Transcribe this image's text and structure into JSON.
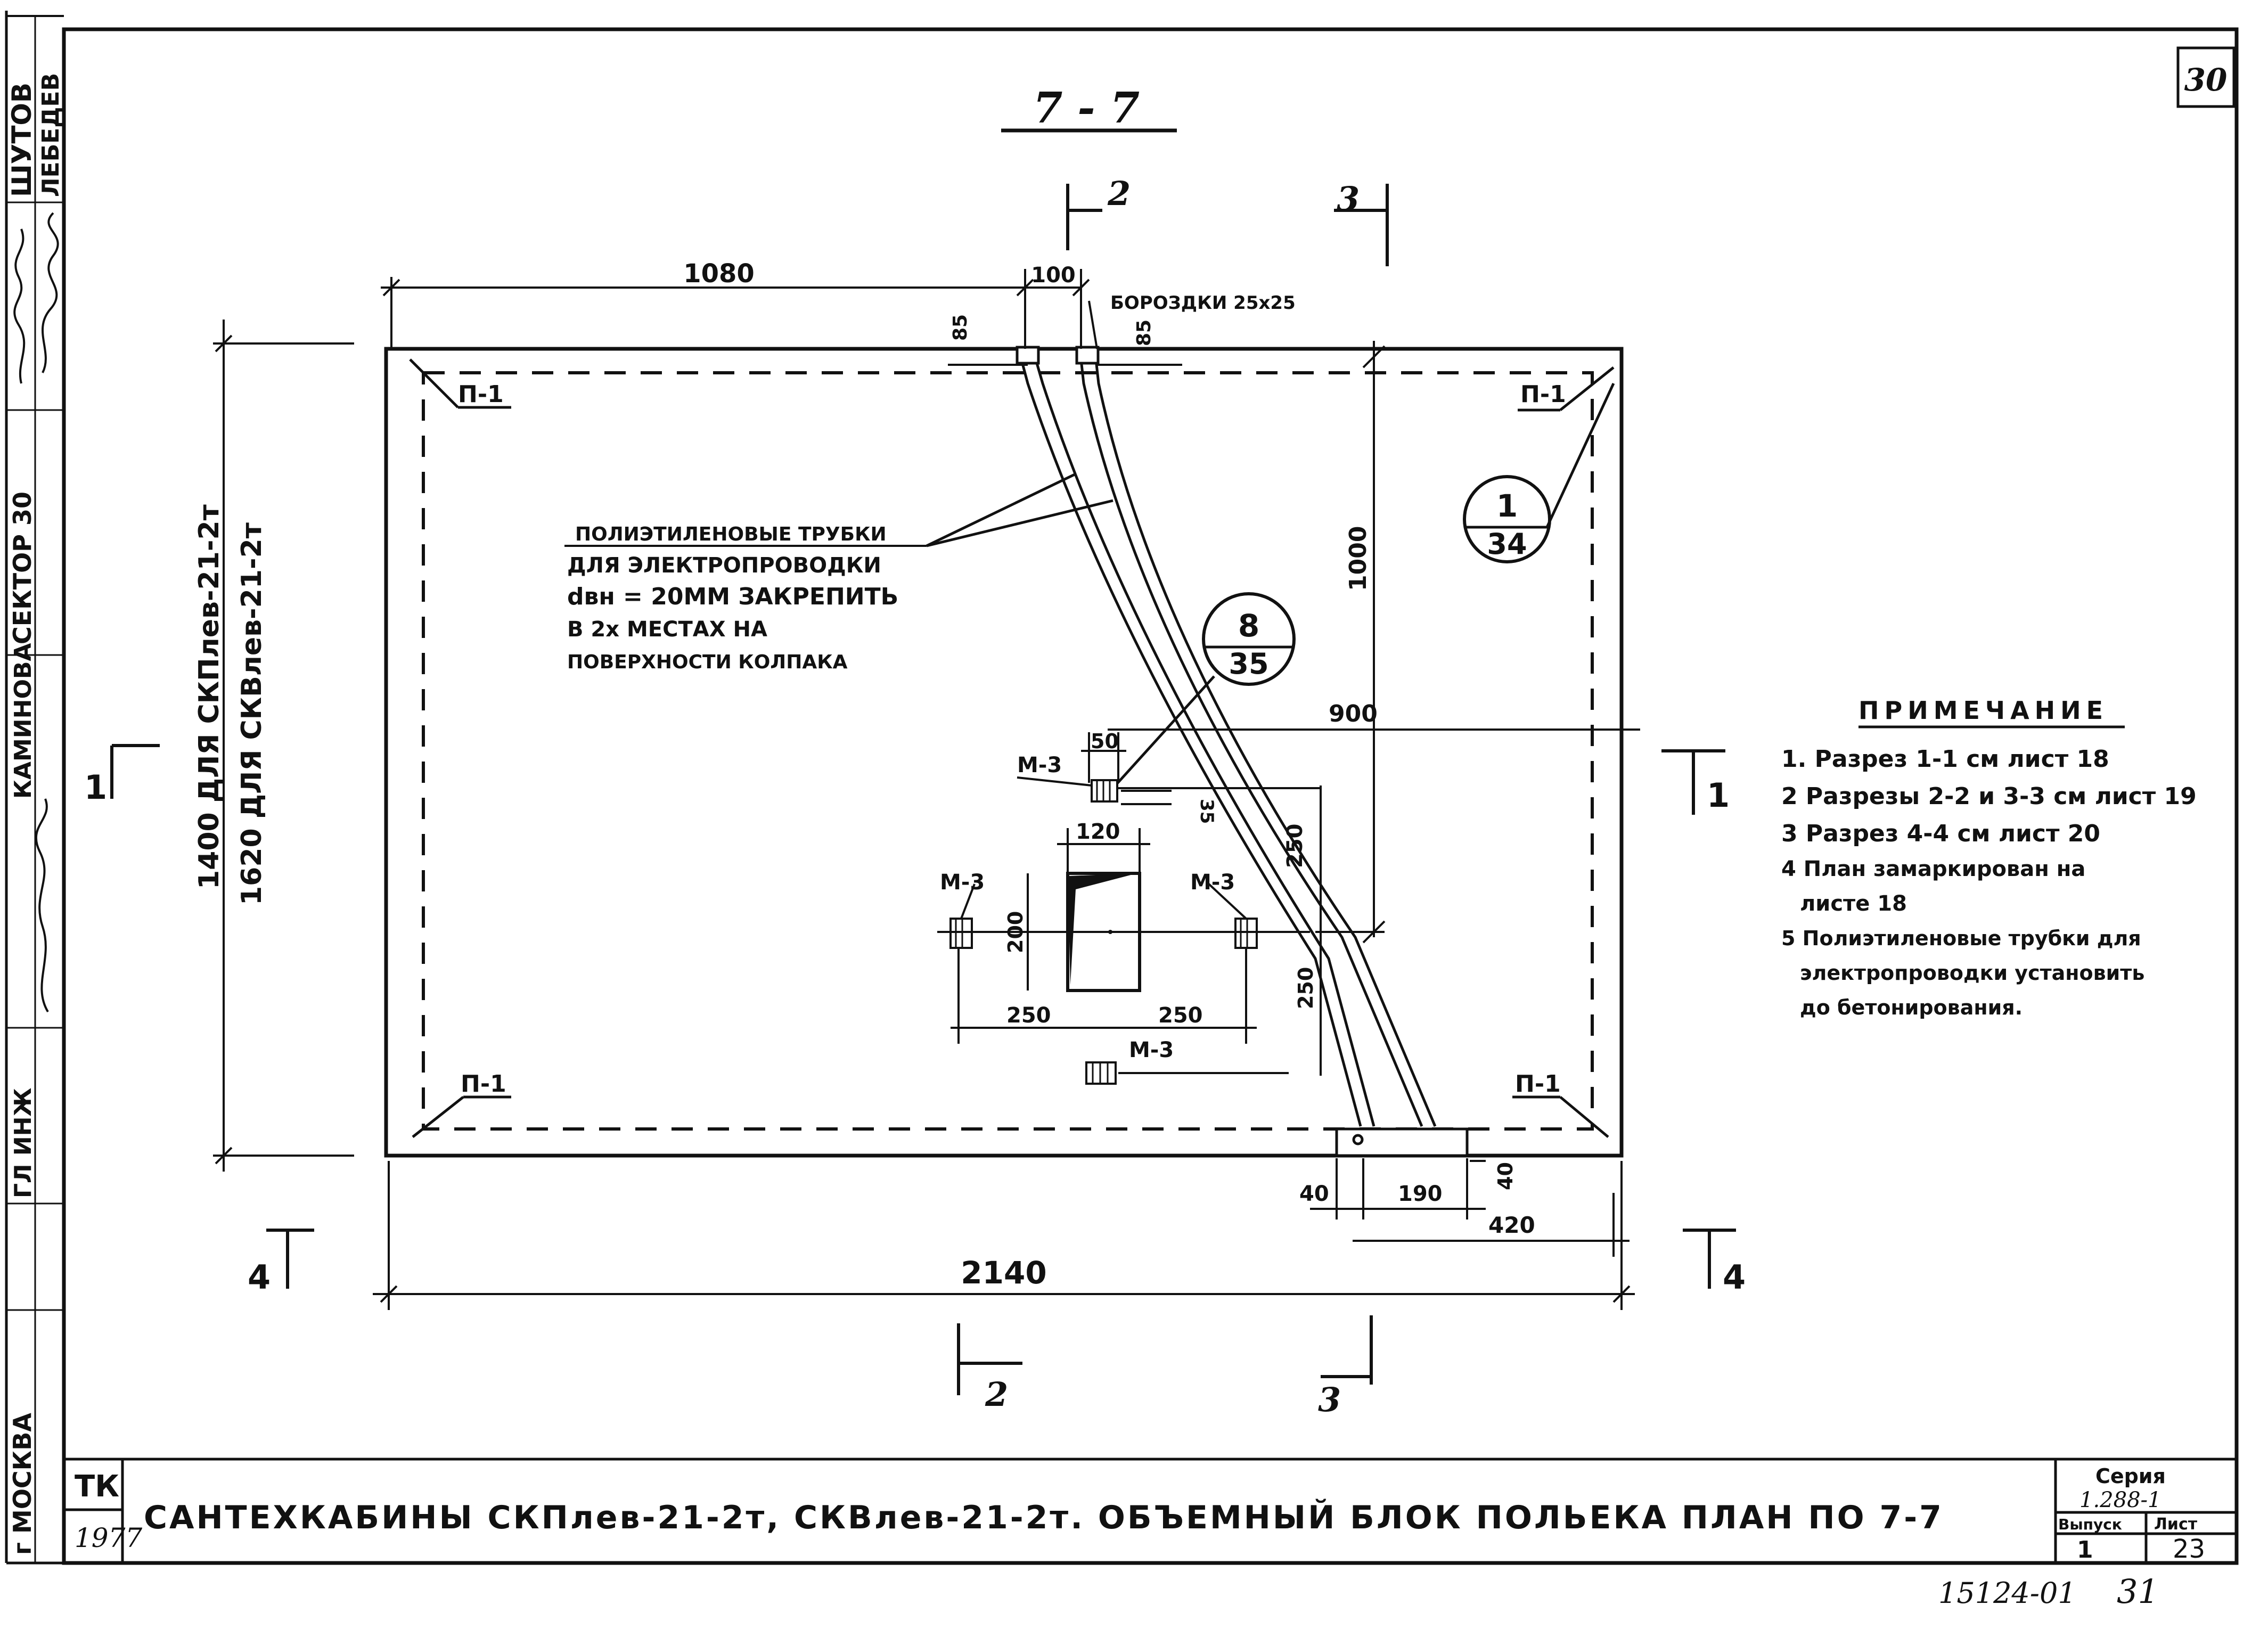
{
  "sheet_number": "30",
  "section_title": "7 - 7",
  "side_stamp": {
    "names": [
      "ШУТОВ",
      "ЛЕБЕДЕВ"
    ],
    "sector": "СЕКТОР 30",
    "name3": "КАМИНОВА",
    "position": "ГЛ ИНЖ",
    "city": "г МОСКВА"
  },
  "dimensions": {
    "d1080": "1080",
    "d100": "100",
    "grooves": "БОРОЗДКИ 25x25",
    "d85a": "85",
    "d85b": "85",
    "d1000": "1000",
    "d900": "900",
    "d50": "50",
    "d35": "35",
    "d120": "120",
    "d200": "200",
    "d250a": "250",
    "d250b": "250",
    "d250c": "250",
    "d250d": "250",
    "d40a": "40",
    "d190": "190",
    "d40b": "40",
    "d420": "420",
    "d2140": "2140",
    "height1": "1400 ДЛЯ СКПлев-21-2т",
    "height2": "1620 ДЛЯ СКВлев-21-2т"
  },
  "callouts": {
    "p1": "П-1",
    "m3": "М-3",
    "ref_a_top": "1",
    "ref_a_bottom": "34",
    "ref_b_top": "8",
    "ref_b_bottom": "35"
  },
  "pipe_note": [
    "ПОЛИЭТИЛЕНОВЫЕ ТРУБКИ",
    "ДЛЯ ЭЛЕКТРОПРОВОДКИ",
    "dвн = 20ММ ЗАКРЕПИТЬ",
    "В 2х МЕСТАХ НА",
    "ПОВЕРХНОСТИ КОЛПАКА"
  ],
  "section_marks": {
    "s1": "1",
    "s2": "2",
    "s3": "3",
    "s4": "4"
  },
  "notes": {
    "heading": "ПРИМЕЧАНИЕ",
    "items": [
      "1. Разрез 1-1 см лист 18",
      "2 Разрезы 2-2 и 3-3 см лист 19",
      "3 Разрез 4-4 см лист 20",
      "4 План замаркирован на",
      "листе 18",
      "5 Полиэтиленовые трубки для",
      "электропроводки установить",
      "до бетонирования."
    ]
  },
  "title_block": {
    "org": "ТК",
    "year": "1977",
    "title": "САНТЕХКАБИНЫ СКПлев-21-2т, СКВлев-21-2т. ОБЪЕМНЫЙ БЛОК ПОЛЬЕКА ПЛАН ПО 7-7",
    "series_label": "Серия",
    "series_value": "1.288-1",
    "issue_label": "Выпуск",
    "issue_value": "1",
    "sheet_label": "Лист",
    "sheet_value": "23"
  },
  "footer_number": "15124-01",
  "footer_page": "31"
}
